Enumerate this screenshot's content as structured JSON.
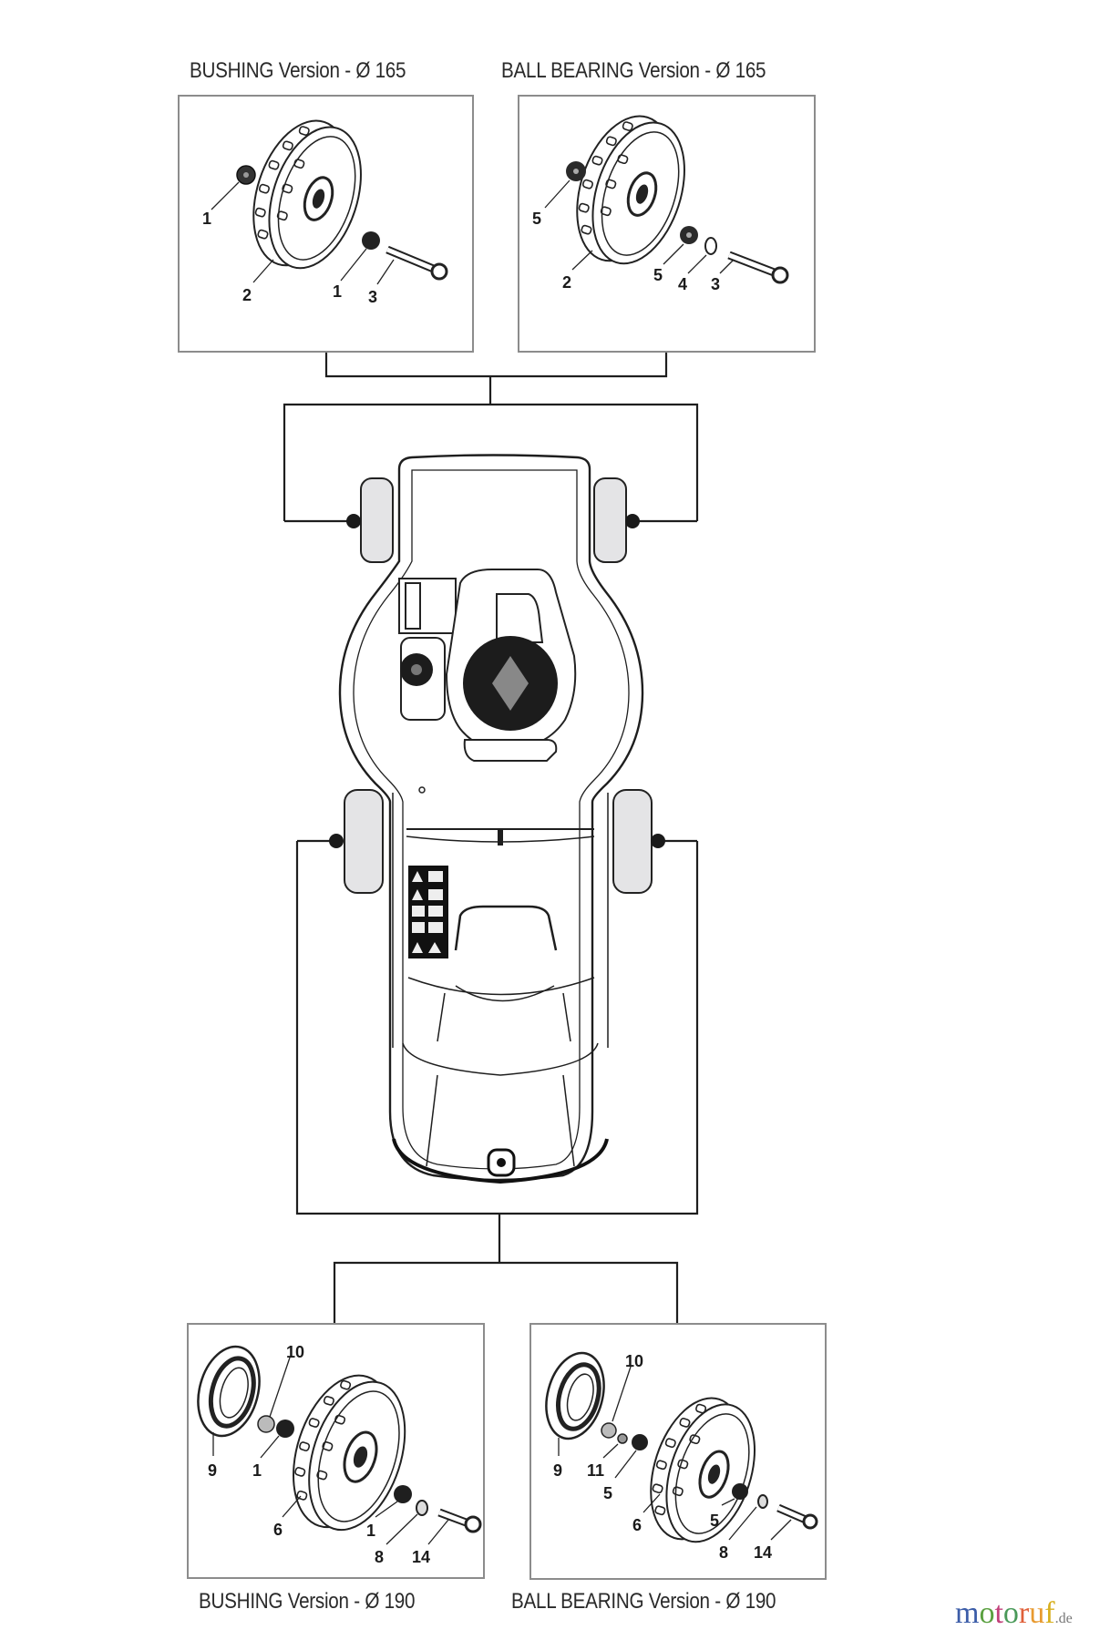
{
  "titles": {
    "top_left": "BUSHING Version - Ø 165",
    "top_right": "BALL BEARING Version - Ø 165",
    "bottom_left": "BUSHING Version - Ø 190",
    "bottom_right": "BALL BEARING Version - Ø 190"
  },
  "panels": {
    "top_left": {
      "labels": [
        "1",
        "2",
        "1",
        "3"
      ]
    },
    "top_right": {
      "labels": [
        "5",
        "2",
        "5",
        "4",
        "3"
      ]
    },
    "bottom_left": {
      "labels": [
        "10",
        "9",
        "1",
        "6",
        "1",
        "8",
        "14"
      ]
    },
    "bottom_right": {
      "labels": [
        "10",
        "9",
        "11",
        "5",
        "6",
        "5",
        "8",
        "14"
      ]
    }
  },
  "watermark": {
    "letters": [
      "m",
      "o",
      "t",
      "o",
      "r",
      "u",
      "f"
    ],
    "colors": [
      "#3b5ca8",
      "#5aa040",
      "#c2407a",
      "#4a9a5a",
      "#e0603a",
      "#e89a30",
      "#d8b020"
    ],
    "tld": ".de"
  },
  "colors": {
    "line": "#1e1e1e",
    "box_border": "#8c8c8c",
    "wheel_fill": "#e4e4e6"
  }
}
